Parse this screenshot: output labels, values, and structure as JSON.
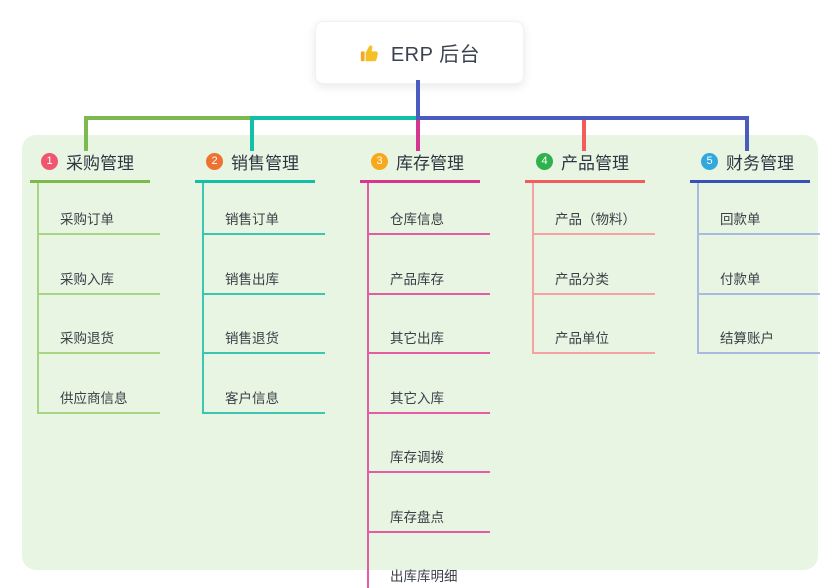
{
  "root": {
    "label": "ERP 后台",
    "icon": "thumbs-up-icon"
  },
  "branches": [
    {
      "number": "1",
      "label": "采购管理",
      "badge_color": "#F0566E",
      "line_color": "#7CB94E",
      "child_line_color": "#A8D584",
      "children": [
        "采购订单",
        "采购入库",
        "采购退货",
        "供应商信息"
      ]
    },
    {
      "number": "2",
      "label": "销售管理",
      "badge_color": "#EE7231",
      "line_color": "#13BFA6",
      "child_line_color": "#3CC6B2",
      "children": [
        "销售订单",
        "销售出库",
        "销售退货",
        "客户信息"
      ]
    },
    {
      "number": "3",
      "label": "库存管理",
      "badge_color": "#F7A81B",
      "line_color": "#D6368F",
      "child_line_color": "#E55CA5",
      "children": [
        "仓库信息",
        "产品库存",
        "其它出库",
        "其它入库",
        "库存调拨",
        "库存盘点",
        "出库库明细"
      ]
    },
    {
      "number": "4",
      "label": "产品管理",
      "badge_color": "#2FB14E",
      "line_color": "#F15C5C",
      "child_line_color": "#F4A2A2",
      "children": [
        "产品（物料）",
        "产品分类",
        "产品单位"
      ]
    },
    {
      "number": "5",
      "label": "财务管理",
      "badge_color": "#31A9DE",
      "line_color": "#3A50B4",
      "child_line_color": "#A9BADF",
      "children": [
        "回款单",
        "付款单",
        "结算账户"
      ]
    }
  ],
  "connectors": {
    "root_color": "#4C5CBE",
    "trunk_right_color": "#4C5CBE"
  },
  "canvas": {
    "background": "#FFFFFF",
    "panel_background": "#E7F5E2",
    "icon_color": "#F6BF26"
  }
}
